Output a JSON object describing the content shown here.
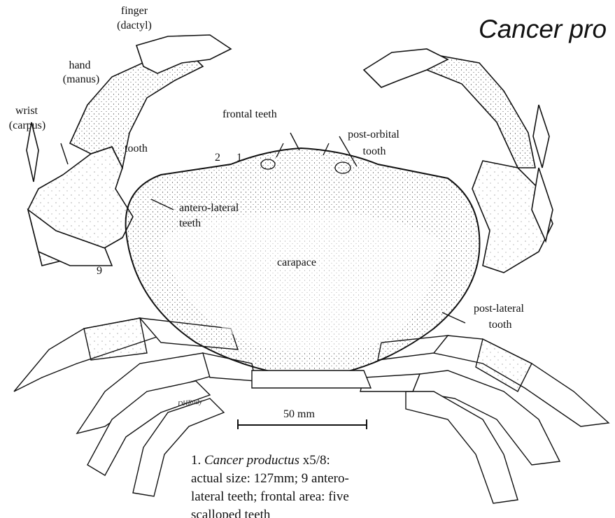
{
  "title": "Cancer pro",
  "labels": {
    "finger": "finger",
    "dactyl": "(dactyl)",
    "hand": "hand",
    "manus": "(manus)",
    "wrist": "wrist",
    "carpus": "(carpus)",
    "tooth": "tooth",
    "frontal_teeth": "frontal teeth",
    "post_orbital_1": "post-orbital",
    "post_orbital_2": "tooth",
    "num_2": "2",
    "num_1": "1",
    "antero_lateral_1": "antero-lateral",
    "antero_lateral_2": "teeth",
    "carapace": "carapace",
    "num_9": "9",
    "post_lateral_1": "post-lateral",
    "post_lateral_2": "tooth"
  },
  "scale_bar": {
    "label": "50 mm"
  },
  "signature": "DHRudy",
  "caption": {
    "number": "1.",
    "species": "Cancer productus",
    "magnification": "x5/8:",
    "line2": "actual size: 127mm; 9 antero-",
    "line3": "lateral teeth; frontal area: five",
    "line4": "scalloped teeth"
  }
}
